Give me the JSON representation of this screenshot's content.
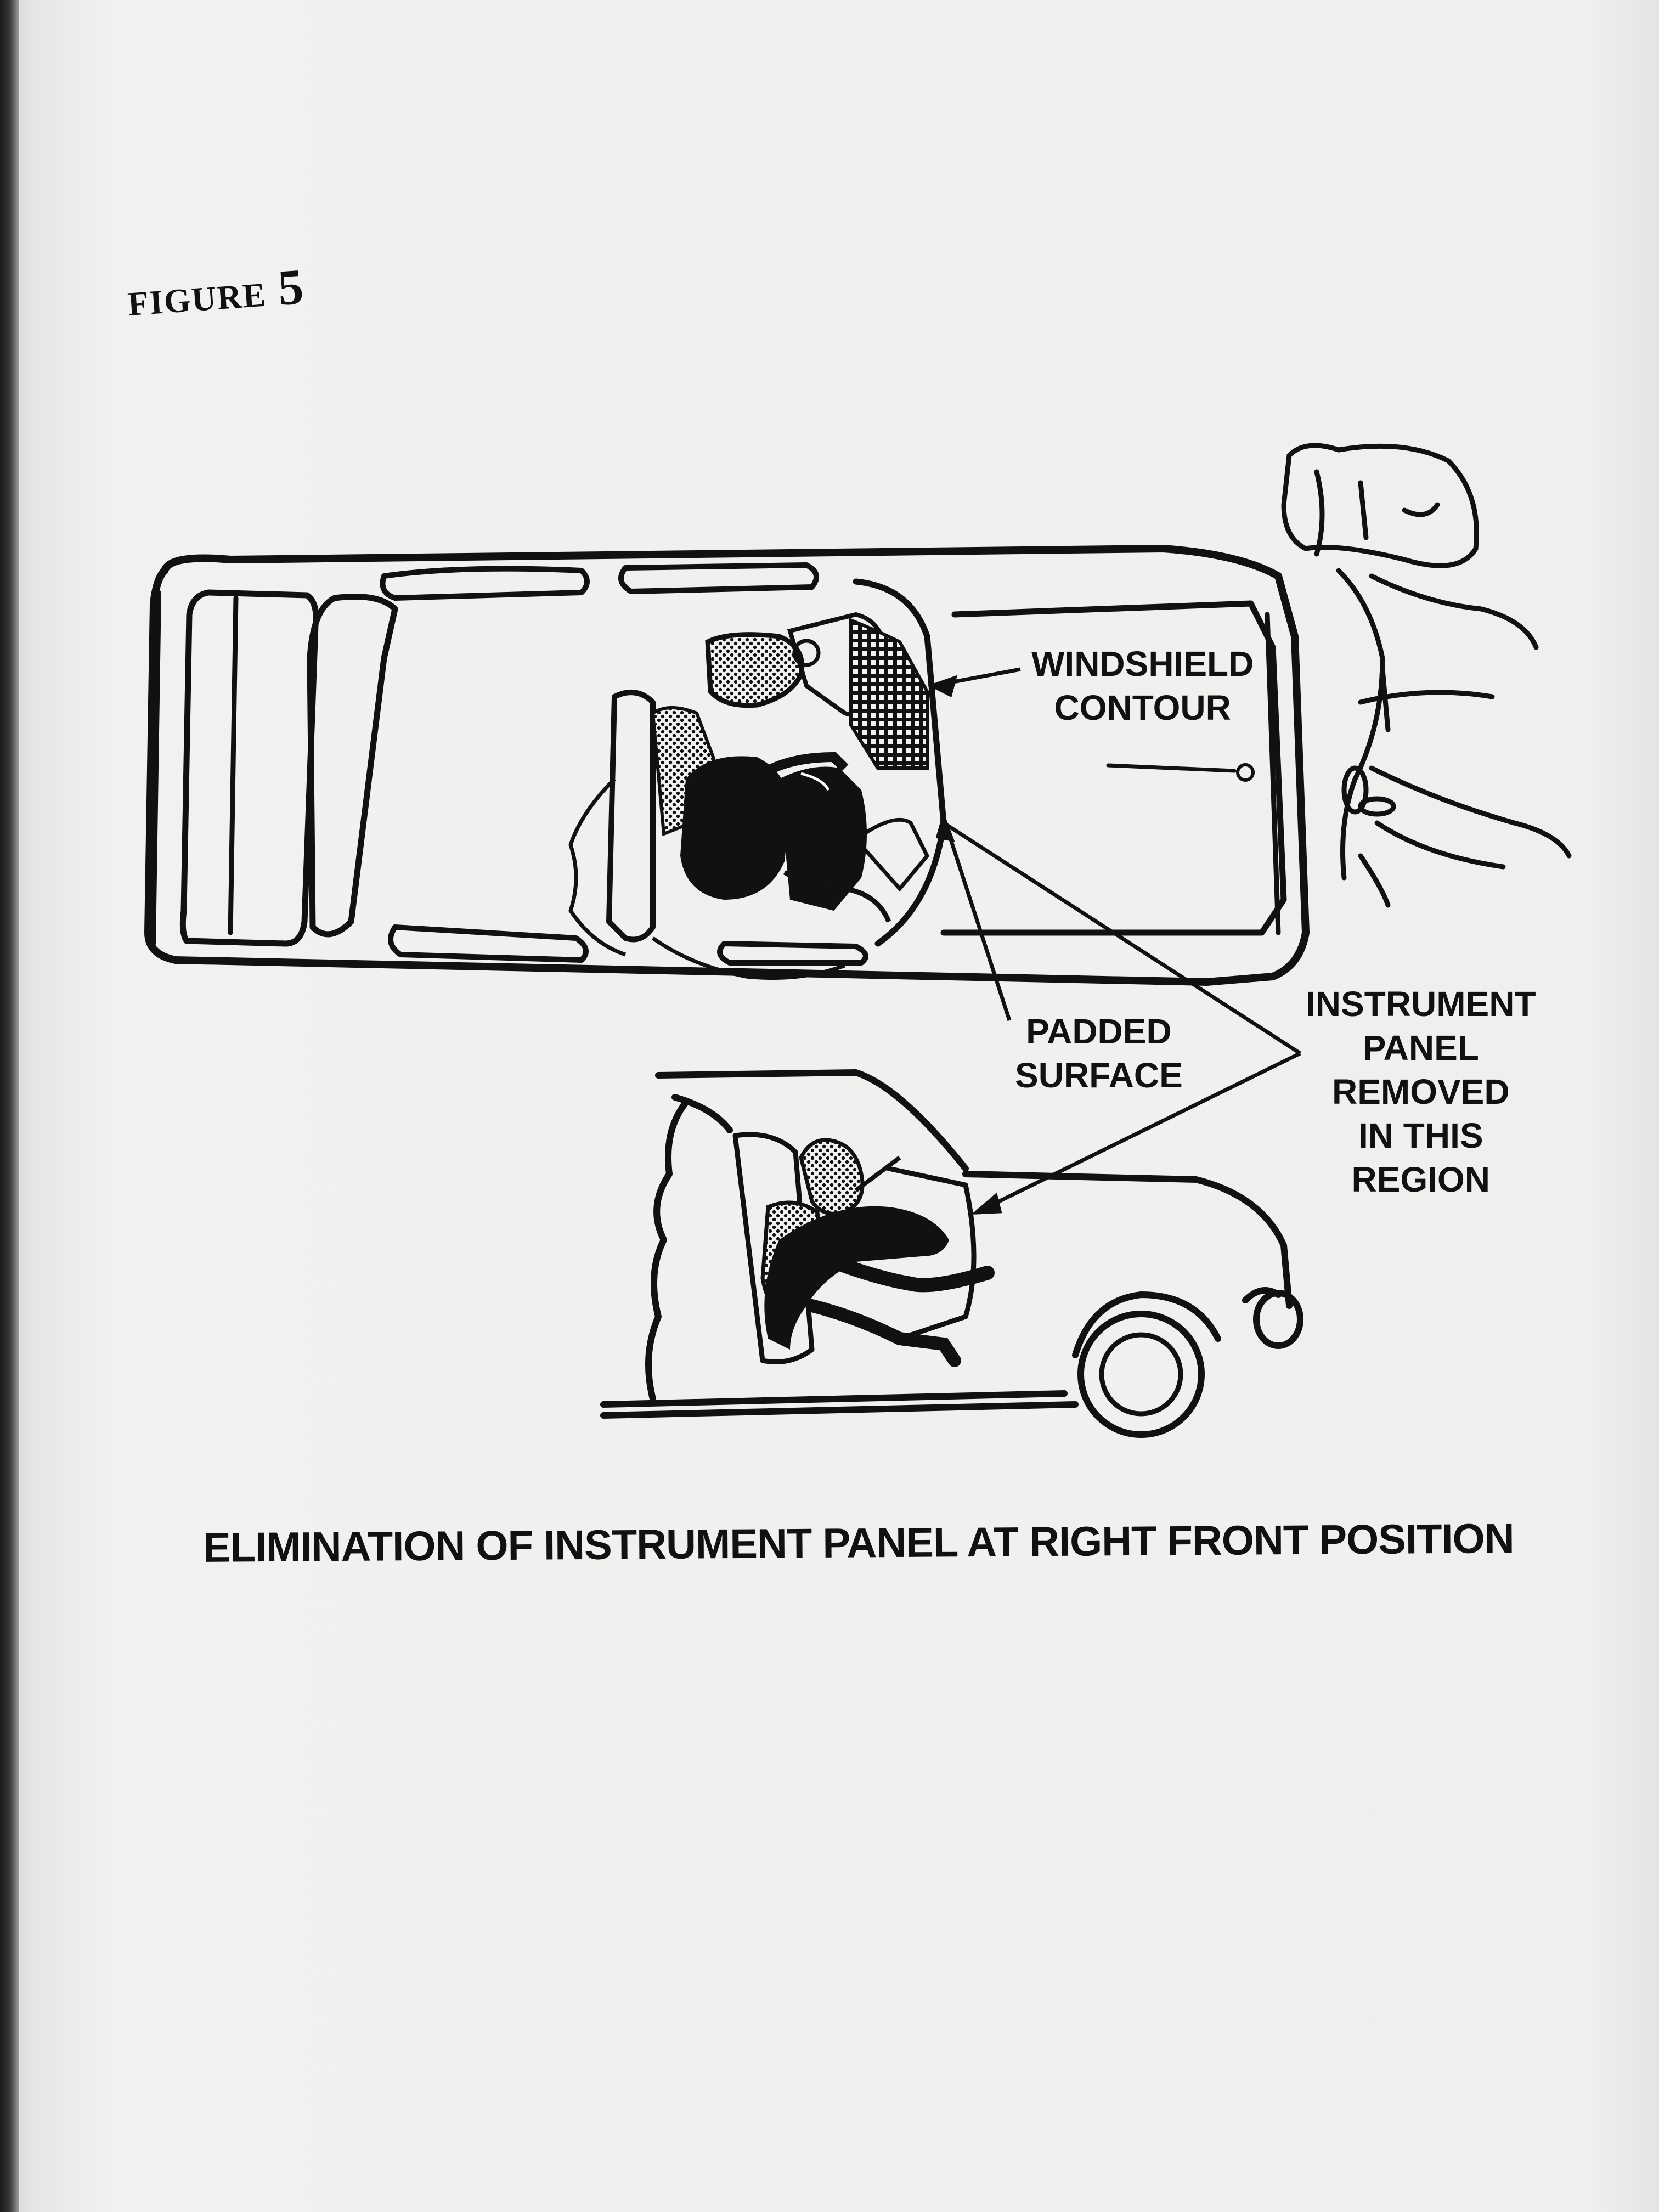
{
  "figure": {
    "word": "FIGURE",
    "number": "5",
    "callouts": {
      "windshield": [
        "WINDSHIELD",
        "CONTOUR"
      ],
      "padded": [
        "PADDED",
        "SURFACE"
      ],
      "instrument": [
        "INSTRUMENT",
        "PANEL",
        "REMOVED",
        "IN THIS",
        "REGION"
      ]
    },
    "caption": "ELIMINATION OF INSTRUMENT PANEL AT RIGHT FRONT POSITION"
  }
}
